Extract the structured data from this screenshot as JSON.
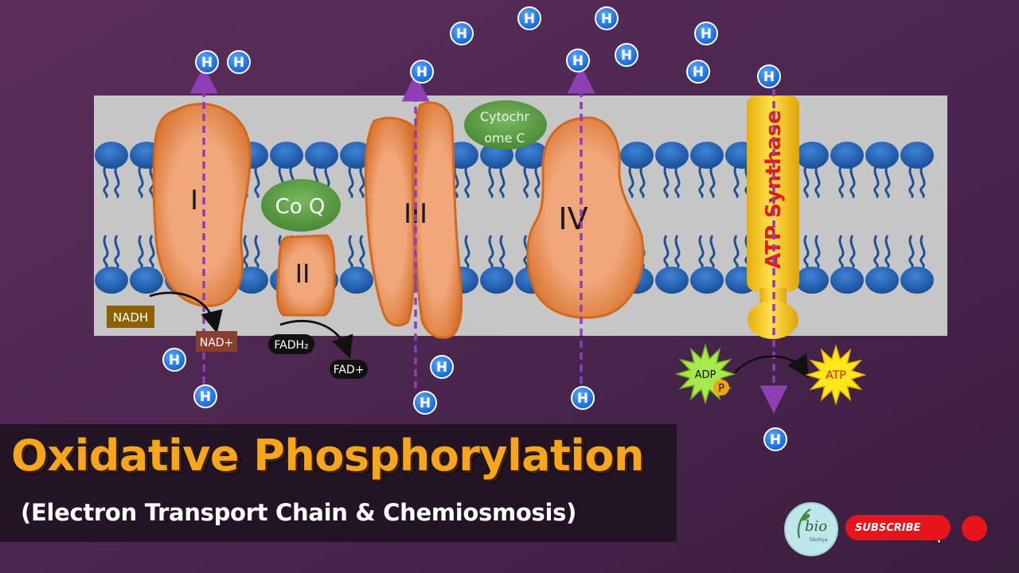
{
  "diagram": {
    "complexes": {
      "complex_1": "I",
      "complex_2": "II",
      "complex_3": "III",
      "complex_4": "IV",
      "coenzyme_q": "Co Q",
      "cytochrome_c_line1": "Cytochr",
      "cytochrome_c_line2": "ome C",
      "atp_synthase": "ATP Synthase"
    },
    "molecules": {
      "nadh": "NADH",
      "nad_plus": "NAD+",
      "fadh2": "FADH₂",
      "fad_plus": "FAD+",
      "adp": "ADP",
      "phosphate": "P",
      "atp": "ATP"
    },
    "proton_label": "H"
  },
  "title": {
    "main": "Oxidative Phosphorylation",
    "subtitle": "(Electron Transport Chain & Chemiosmosis)"
  },
  "channel": {
    "logo_text": "bio",
    "logo_subtext": "Sikshya",
    "subscribe_label": "SUBSCRIBE"
  },
  "colors": {
    "background": "#5a2a5c",
    "membrane": "#c5c5c5",
    "phospholipid_head": "#1f5ba8",
    "protein": "#f0a574",
    "protein_border": "#d2691e",
    "coq": "#6aa84f",
    "atp_synthase": "#f5c518",
    "proton": "#1a73e8",
    "arrow": "#8e3fb5",
    "title": "#f7a51b",
    "subscribe": "#e8141c"
  }
}
